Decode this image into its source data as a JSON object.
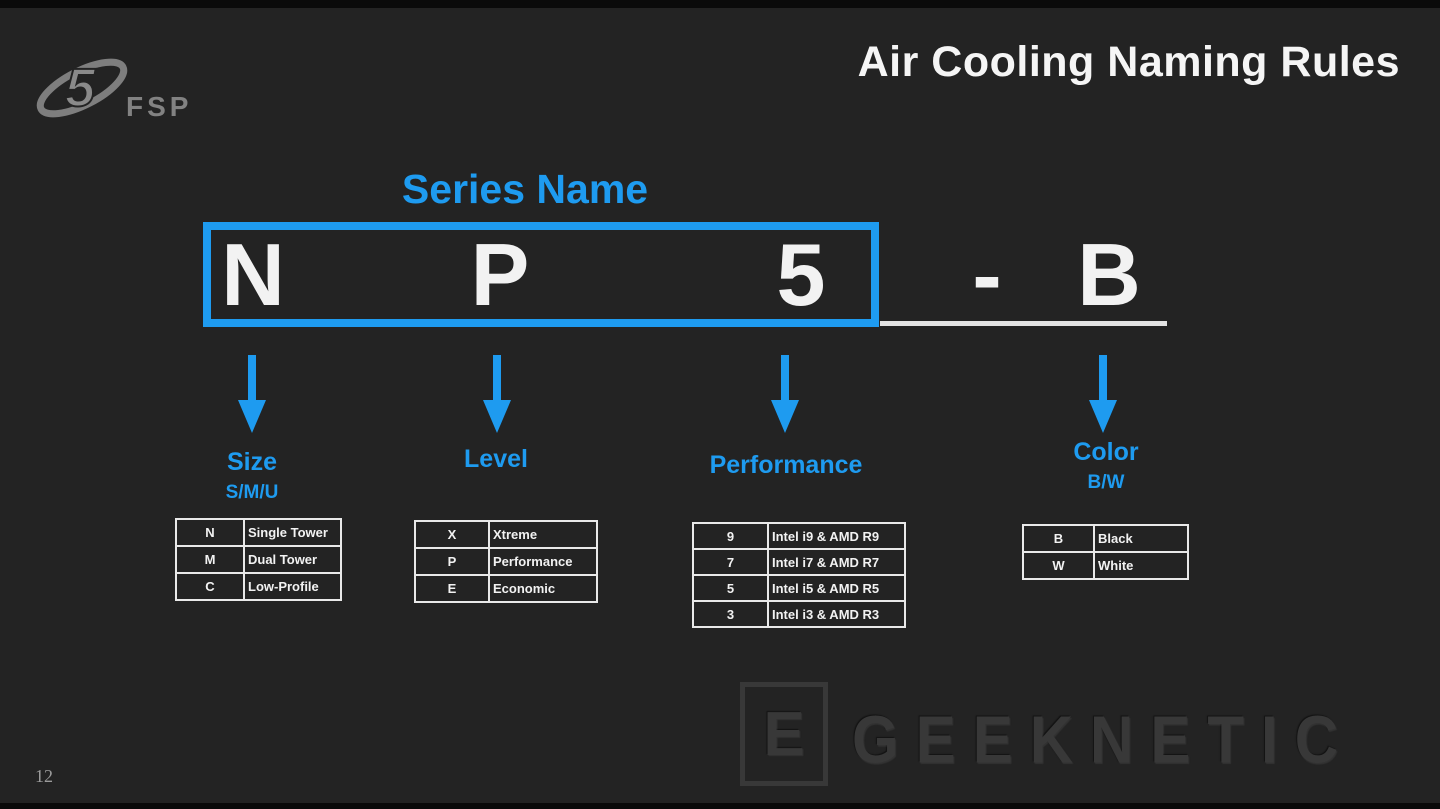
{
  "slide": {
    "title": "Air Cooling Naming Rules",
    "page_number": "12"
  },
  "logo": {
    "brand": "FSP"
  },
  "naming": {
    "series_label": "Series Name",
    "boxed_chars": [
      "N",
      "P",
      "5"
    ],
    "separator": "-",
    "suffix_char": "B"
  },
  "segments": [
    {
      "label": "Size",
      "sublabel": "S/M/U",
      "table": {
        "rows": [
          [
            "N",
            "Single Tower"
          ],
          [
            "M",
            "Dual Tower"
          ],
          [
            "C",
            "Low-Profile"
          ]
        ]
      }
    },
    {
      "label": "Level",
      "sublabel": "",
      "table": {
        "rows": [
          [
            "X",
            "Xtreme"
          ],
          [
            "P",
            "Performance"
          ],
          [
            "E",
            "Economic"
          ]
        ]
      }
    },
    {
      "label": "Performance",
      "sublabel": "",
      "table": {
        "rows": [
          [
            "9",
            "Intel i9 & AMD R9"
          ],
          [
            "7",
            "Intel i7 & AMD R7"
          ],
          [
            "5",
            "Intel i5 & AMD R5"
          ],
          [
            "3",
            "Intel i3 & AMD R3"
          ]
        ]
      }
    },
    {
      "label": "Color",
      "sublabel": "B/W",
      "table": {
        "rows": [
          [
            "B",
            "Black"
          ],
          [
            "W",
            "White"
          ]
        ]
      }
    }
  ],
  "watermark": {
    "logo_letter": "E",
    "text": "GEEKNETIC"
  },
  "colors": {
    "accent_blue": "#1E9BF0",
    "background": "#232323",
    "letterbox": "#0a0a0a",
    "text_white": "#f2f2f2",
    "table_border": "#e9e9e9",
    "logo_gray": "#828282",
    "watermark_gray": "#383838",
    "pagenum_gray": "#9b9b9b"
  }
}
